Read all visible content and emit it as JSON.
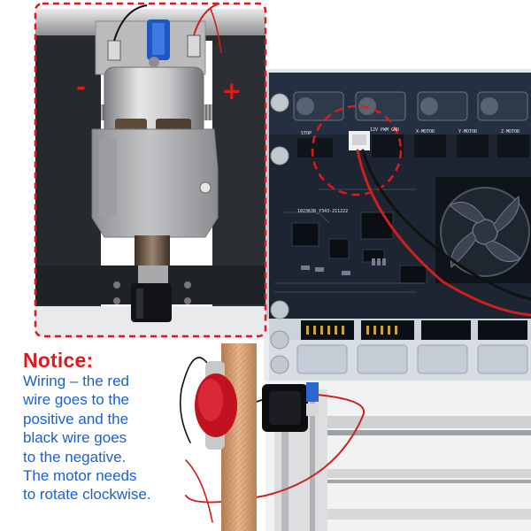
{
  "notice": {
    "title": "Notice:",
    "lines": [
      "Wiring – the red",
      "wire goes to the",
      "positive and the",
      "black wire goes",
      "to the negative.",
      "The motor needs",
      "to rotate clockwise."
    ]
  },
  "polarity": {
    "negative": "-",
    "positive": "+"
  },
  "board_labels": {
    "stop": "STOP",
    "pwm": "12V PWM GND",
    "x_motor": "X-MOTOR",
    "y_motor": "Y-MOTOR",
    "z_motor": "Z-MOTOR",
    "pcb_code": "1023630_Y343-211222"
  },
  "colors": {
    "highlight_red": "#e0191c",
    "notice_text": "#1b5fd6",
    "pcb": "#1c2531",
    "motor_housing": "#a9abad",
    "rail": "#c4c6c8"
  }
}
